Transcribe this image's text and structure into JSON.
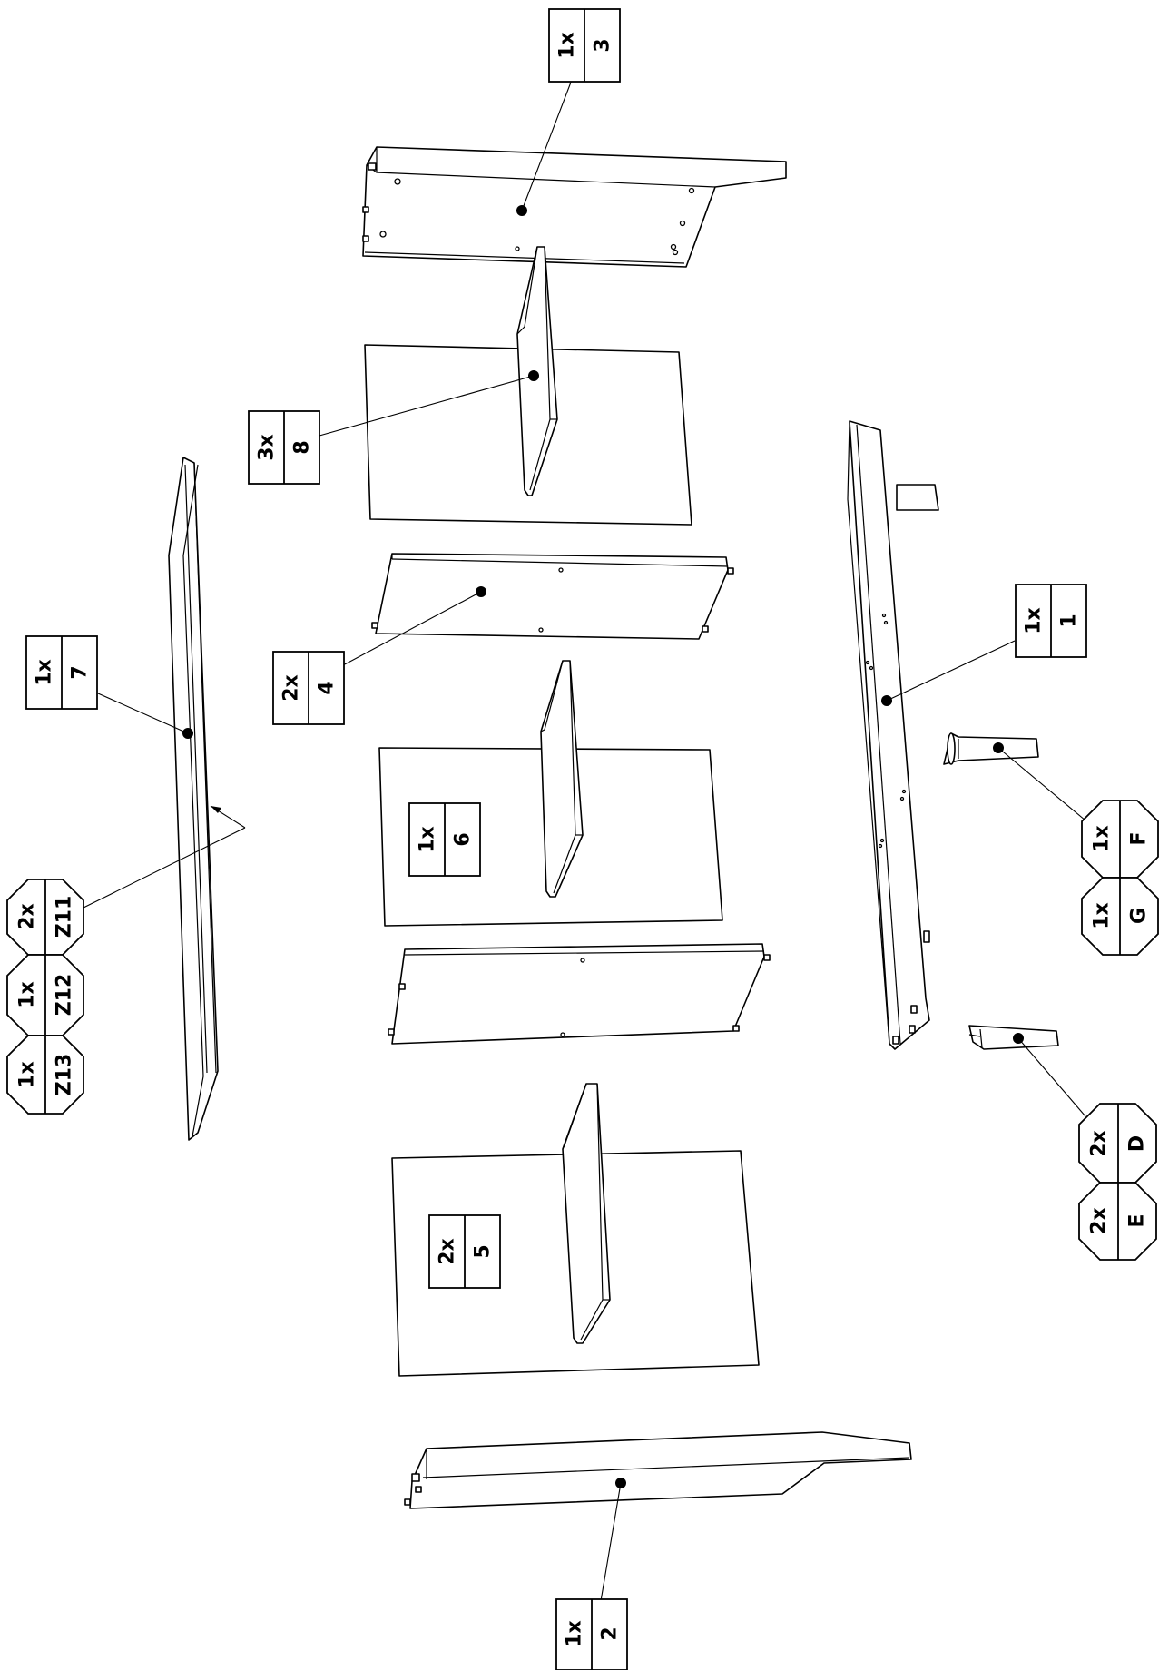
{
  "labels": [
    {
      "id": "part-1",
      "qty": "1x",
      "code": "1"
    },
    {
      "id": "part-2",
      "qty": "1x",
      "code": "2"
    },
    {
      "id": "part-3",
      "qty": "1x",
      "code": "3"
    },
    {
      "id": "part-4",
      "qty": "2x",
      "code": "4"
    },
    {
      "id": "part-5",
      "qty": "2x",
      "code": "5"
    },
    {
      "id": "part-6",
      "qty": "1x",
      "code": "6"
    },
    {
      "id": "part-7",
      "qty": "1x",
      "code": "7"
    },
    {
      "id": "part-8",
      "qty": "3x",
      "code": "8"
    }
  ],
  "hardware": [
    {
      "id": "hw-z11",
      "qty": "2x",
      "code": "Z11"
    },
    {
      "id": "hw-z12",
      "qty": "1x",
      "code": "Z12"
    },
    {
      "id": "hw-z13",
      "qty": "1x",
      "code": "Z13"
    },
    {
      "id": "hw-f",
      "qty": "1x",
      "code": "F"
    },
    {
      "id": "hw-g",
      "qty": "1x",
      "code": "G"
    },
    {
      "id": "hw-d",
      "qty": "2x",
      "code": "D"
    },
    {
      "id": "hw-e",
      "qty": "2x",
      "code": "E"
    }
  ]
}
